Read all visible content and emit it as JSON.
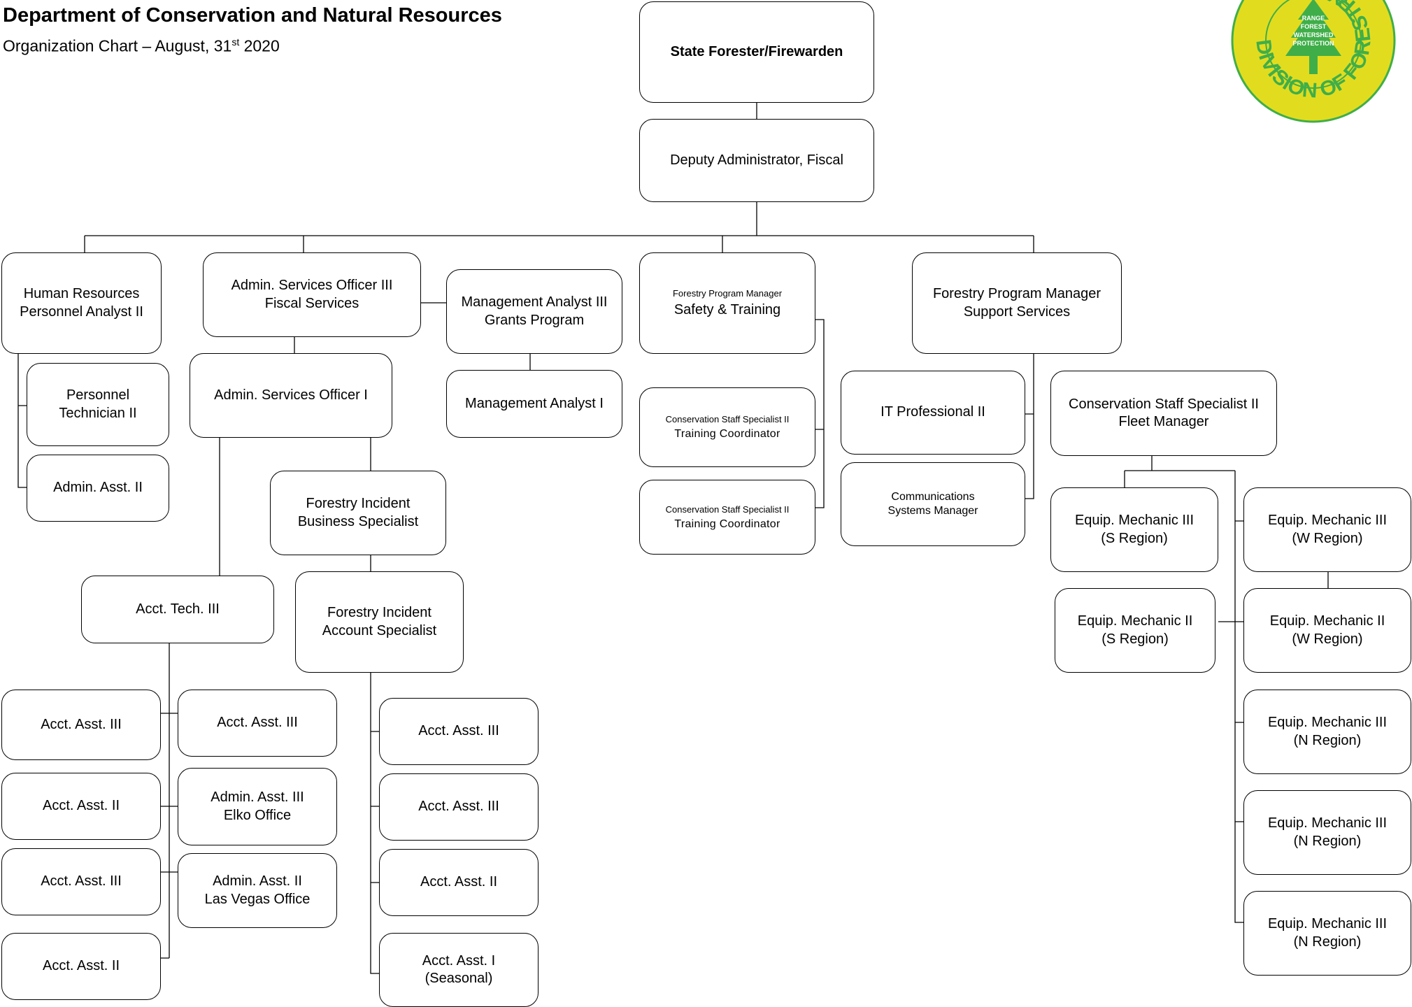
{
  "header": {
    "title": "Department of Conservation and Natural Resources",
    "subtitle_prefix": "Organization Chart  – August, 31",
    "subtitle_sup": "st",
    "subtitle_suffix": " 2020"
  },
  "logo": {
    "ring_text": "DIVISION OF FORESTRY",
    "lines": [
      "RANGE",
      "FOREST",
      "WATERSHED",
      "PROTECTION"
    ],
    "colors": {
      "ring": "#e2dc1f",
      "tree": "#3fae49",
      "text": "#ffffff"
    }
  },
  "positions": {
    "state_forester": {
      "title": "State Forester/Firewarden"
    },
    "deputy_admin": {
      "title": "Deputy Administrator, Fiscal"
    },
    "hr_analyst": {
      "line1": "Human Resources",
      "line2": "Personnel Analyst II"
    },
    "personnel_tech": {
      "line1": "Personnel",
      "line2": "Technician II"
    },
    "admin_asst_hr": {
      "title": "Admin. Asst. II"
    },
    "aso3": {
      "line1": "Admin. Services Officer III",
      "line2": "Fiscal Services"
    },
    "aso1": {
      "title": "Admin. Services Officer I"
    },
    "mgmt_analyst3": {
      "line1": "Management Analyst III",
      "line2": "Grants Program"
    },
    "mgmt_analyst1": {
      "title": "Management Analyst I"
    },
    "fi_business": {
      "line1": "Forestry Incident",
      "line2": "Business Specialist"
    },
    "fi_account": {
      "line1": "Forestry Incident",
      "line2": "Account Specialist"
    },
    "acct_tech3": {
      "title": "Acct. Tech. III"
    },
    "acct_left": [
      "Acct. Asst. III",
      "Acct. Asst. II",
      "Acct. Asst. III",
      "Acct. Asst. II"
    ],
    "acct_mid_1": {
      "title": "Acct. Asst. III"
    },
    "admin_elko": {
      "line1": "Admin. Asst. III",
      "line2": "Elko Office"
    },
    "admin_lv": {
      "line1": "Admin. Asst. II",
      "line2": "Las Vegas Office"
    },
    "acct_fi": [
      "Acct. Asst. III",
      "Acct. Asst. III",
      "Acct. Asst. II"
    ],
    "acct_seasonal": {
      "line1": "Acct. Asst. I",
      "line2": "(Seasonal)"
    },
    "fpm_safety": {
      "line1": "Forestry Program Manager",
      "line2": "Safety & Training"
    },
    "training_coord_1": {
      "line1": "Conservation Staff Specialist II",
      "line2": "Training Coordinator"
    },
    "training_coord_2": {
      "line1": "Conservation Staff Specialist II",
      "line2": "Training Coordinator"
    },
    "fpm_support": {
      "line1": "Forestry Program Manager",
      "line2": "Support Services"
    },
    "it_pro": {
      "title": "IT Professional II"
    },
    "comm_mgr": {
      "line1": "Communications",
      "line2": "Systems Manager"
    },
    "fleet_mgr": {
      "line1": "Conservation Staff Specialist II",
      "line2": "Fleet Manager"
    },
    "mech_s3": {
      "line1": "Equip. Mechanic III",
      "line2": "(S Region)"
    },
    "mech_s2": {
      "line1": "Equip. Mechanic II",
      "line2": "(S Region)"
    },
    "mech_w3": {
      "line1": "Equip. Mechanic III",
      "line2": "(W Region)"
    },
    "mech_w2": {
      "line1": "Equip. Mechanic II",
      "line2": "(W Region)"
    },
    "mech_n": [
      {
        "line1": "Equip. Mechanic III",
        "line2": "(N Region)"
      },
      {
        "line1": "Equip. Mechanic III",
        "line2": "(N Region)"
      },
      {
        "line1": "Equip. Mechanic III",
        "line2": "(N Region)"
      }
    ]
  }
}
